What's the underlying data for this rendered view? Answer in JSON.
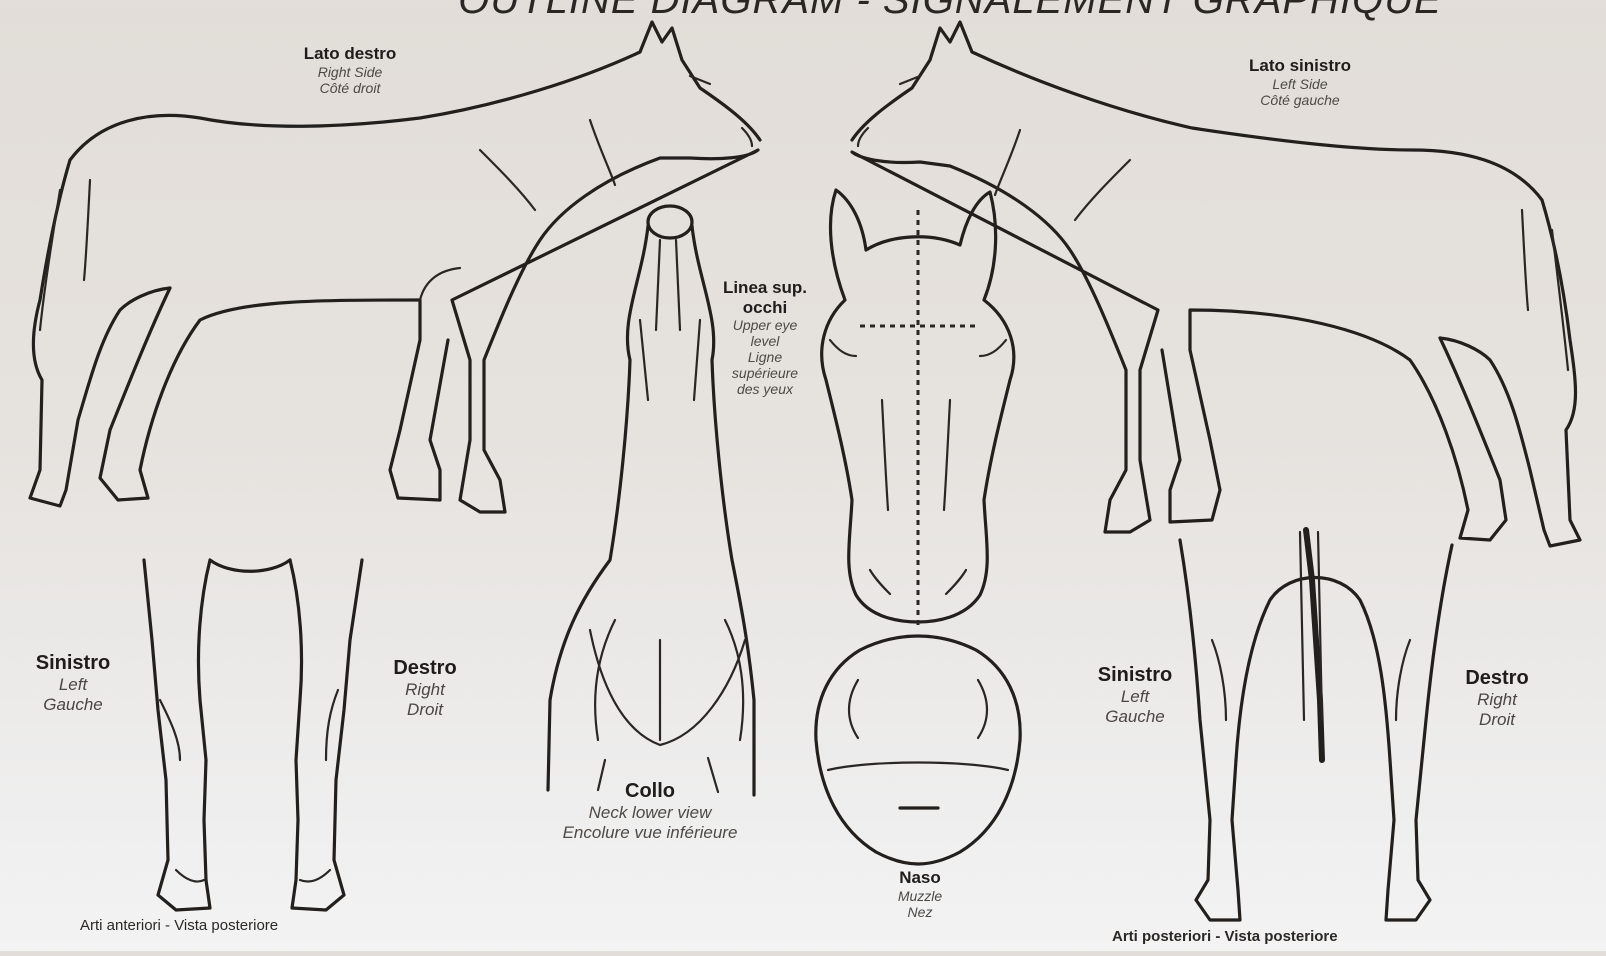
{
  "header": {
    "title": "OUTLINE DIAGRAM - SIGNALEMENT GRAPHIQUE"
  },
  "right_side": {
    "it": "Lato destro",
    "en": "Right Side",
    "fr": "Côté droit"
  },
  "left_side": {
    "it": "Lato sinistro",
    "en": "Left Side",
    "fr": "Côté gauche"
  },
  "eye_line": {
    "it1": "Linea sup.",
    "it2": "occhi",
    "en1": "Upper eye",
    "en2": "level",
    "fr1": "Ligne",
    "fr2": "supérieure",
    "fr3": "des yeux"
  },
  "neck": {
    "it": "Collo",
    "en": "Neck lower view",
    "fr": "Encolure vue inférieure"
  },
  "muzzle": {
    "it": "Naso",
    "en": "Muzzle",
    "fr": "Nez"
  },
  "fore": {
    "left": {
      "it": "Sinistro",
      "en": "Left",
      "fr": "Gauche"
    },
    "right": {
      "it": "Destro",
      "en": "Right",
      "fr": "Droit"
    },
    "caption": "Arti anteriori - Vista posteriore"
  },
  "hind": {
    "left": {
      "it": "Sinistro",
      "en": "Left",
      "fr": "Gauche"
    },
    "right": {
      "it": "Destro",
      "en": "Right",
      "fr": "Droit"
    },
    "caption": "Arti posteriori - Vista posteriore"
  }
}
